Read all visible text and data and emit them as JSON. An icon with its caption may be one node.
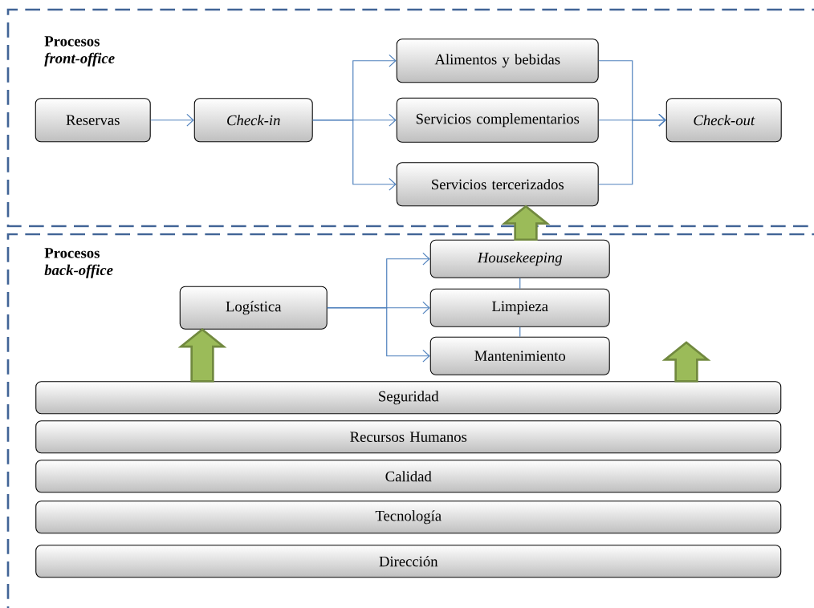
{
  "diagram": {
    "nodes": [
      {
        "text": [
          "Procesos *front-office*"
        ]
      },
      {
        "text": [
          "Procesos *back-office*"
        ]
      },
      {
        "text": [
          "Reservas"
        ],
        "in": 0
      },
      {
        "text": [
          "Check-in"
        ],
        "in": 0
      },
      {
        "text": [
          "Alimentos y bebidas"
        ],
        "in": 0
      },
      {
        "text": [
          "Servicios complementarios"
        ],
        "in": 0
      },
      {
        "text": [
          "Servicios tercerizados"
        ],
        "in": 0
      },
      {
        "text": [
          "Check-out"
        ],
        "in": 0
      },
      {
        "text": [
          "Logística"
        ],
        "in": 1
      },
      {
        "text": [
          "Housekeeping"
        ],
        "in": 1
      },
      {
        "text": [
          "Limpieza"
        ],
        "in": 1
      },
      {
        "text": [
          "Mantenimiento"
        ],
        "in": 1
      },
      {
        "text": [
          "Seguridad"
        ],
        "in": 1
      },
      {
        "text": [
          "Recursos Humanos"
        ],
        "in": 1
      },
      {
        "text": [
          "Calidad"
        ],
        "in": 1
      },
      {
        "text": [
          "Tecnología"
        ],
        "in": 1
      },
      {
        "text": [
          "Dirección"
        ],
        "in": 1
      }
    ],
    "edges": [
      {
        "from": 2,
        "to": 3,
        "arrow": "to"
      },
      {
        "from": 3,
        "to": 4,
        "arrow": "to"
      },
      {
        "from": 3,
        "to": 5,
        "arrow": "to"
      },
      {
        "from": 3,
        "to": 6,
        "arrow": "to"
      },
      {
        "from": 4,
        "to": 7,
        "arrow": "to"
      },
      {
        "from": 5,
        "to": 7,
        "arrow": "to"
      },
      {
        "from": 6,
        "to": 7,
        "arrow": "to"
      },
      {
        "from": 8,
        "to": 9,
        "arrow": "to"
      },
      {
        "from": 8,
        "to": 10,
        "arrow": "to"
      },
      {
        "from": 8,
        "to": 11,
        "arrow": "to"
      },
      {
        "from": 9,
        "to": 10,
        "arrow": "none"
      },
      {
        "from": 10,
        "to": 11,
        "arrow": "none"
      },
      {
        "from": 9,
        "to": 6,
        "arrow": "to",
        "style": "thick",
        "color": "#9bbb59"
      },
      {
        "from": 12,
        "to": 8,
        "arrow": "to",
        "style": "thick",
        "color": "#9bbb59"
      },
      {
        "from": 12,
        "to": null,
        "arrow": "to",
        "style": "thick",
        "color": "#9bbb59"
      }
    ]
  }
}
